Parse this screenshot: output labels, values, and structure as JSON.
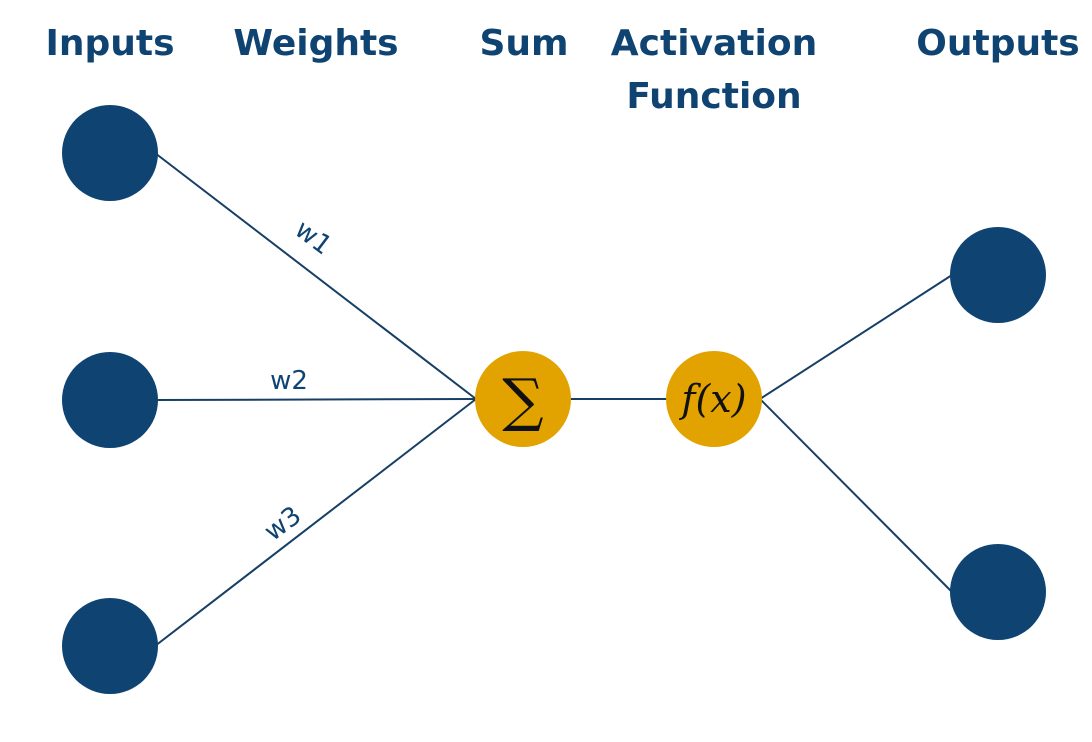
{
  "colors": {
    "node": "#0f4372",
    "accent": "#e2a300",
    "line": "#173f66",
    "text": "#0f4372",
    "symbol": "#111111"
  },
  "headers": {
    "inputs": "Inputs",
    "weights": "Weights",
    "sum": "Sum",
    "activation_line1": "Activation",
    "activation_line2": "Function",
    "outputs": "Outputs"
  },
  "weights": {
    "w1": "w1",
    "w2": "w2",
    "w3": "w3"
  },
  "nodes": {
    "sum_symbol": "∑",
    "activation_symbol": "f(x)"
  }
}
